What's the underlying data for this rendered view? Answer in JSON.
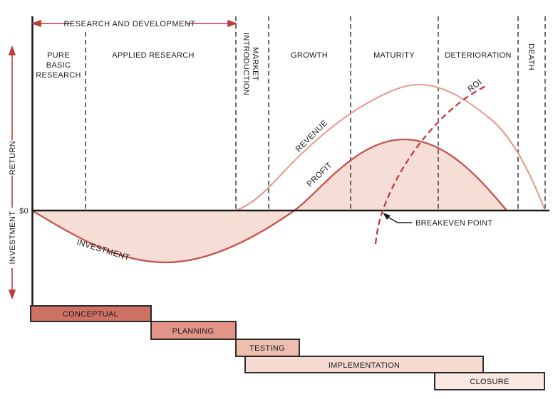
{
  "colors": {
    "red_accent": "#bf3a3a",
    "ink": "#1a1a1a",
    "revenue_stroke": "#e59c8f",
    "profit_stroke": "#c5534c",
    "roi_stroke": "#c23b3b",
    "curve_fill": "#f6ded7"
  },
  "axis": {
    "zero": "$0",
    "upper": "RETURN",
    "lower": "INVESTMENT"
  },
  "rd_span": "RESEARCH AND DEVELOPMENT",
  "stages": {
    "pure_basic": [
      "PURE",
      "BASIC",
      "RESEARCH"
    ],
    "applied": "APPLIED RESEARCH",
    "market_intro": [
      "MARKET",
      "INTRODUCTION"
    ],
    "growth": "GROWTH",
    "maturity": "MATURITY",
    "deterioration": "DETERIORATION",
    "death": "DEATH"
  },
  "curves": {
    "revenue": "REVENUE",
    "profit": "PROFIT",
    "investment": "INVESTMENT",
    "roi": "ROI"
  },
  "annotations": {
    "breakeven": "BREAKEVEN POINT"
  },
  "project_phases": [
    {
      "label": "CONCEPTUAL",
      "color": "#cd7165"
    },
    {
      "label": "PLANNING",
      "color": "#e29486"
    },
    {
      "label": "TESTING",
      "color": "#ecbfae"
    },
    {
      "label": "IMPLEMENTATION",
      "color": "#f5dbd1"
    },
    {
      "label": "CLOSURE",
      "color": "#f9e8e1"
    }
  ]
}
